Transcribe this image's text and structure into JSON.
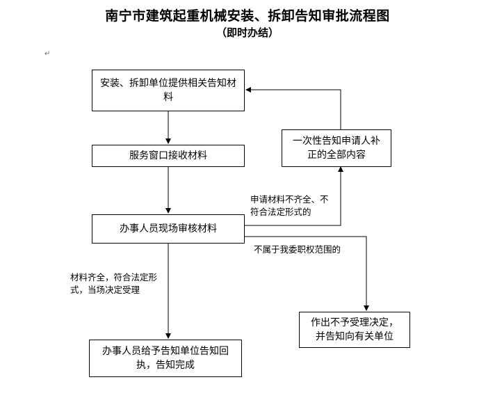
{
  "title": "南宁市建筑起重机械安装、拆卸告知审批流程图",
  "subtitle": "（即时办结）",
  "para_mark": "↵",
  "nodes": {
    "provide": "安装、拆卸单位提供相关告知材料",
    "receive": "服务窗口接收材料",
    "review": "办事人员现场审核材料",
    "notify_supplement": "一次性告知申请人补正的全部内容",
    "issue_receipt": "办事人员给予告知单位告知回执，告知完成",
    "reject": "作出不予受理决定，并告知向有关单位"
  },
  "edges": {
    "incomplete": "申请材料不齐全、不符合法定形式的",
    "out_of_scope": "不属于我委职权范围的",
    "complete": "材料齐全，符合法定形式，当场决定受理"
  }
}
